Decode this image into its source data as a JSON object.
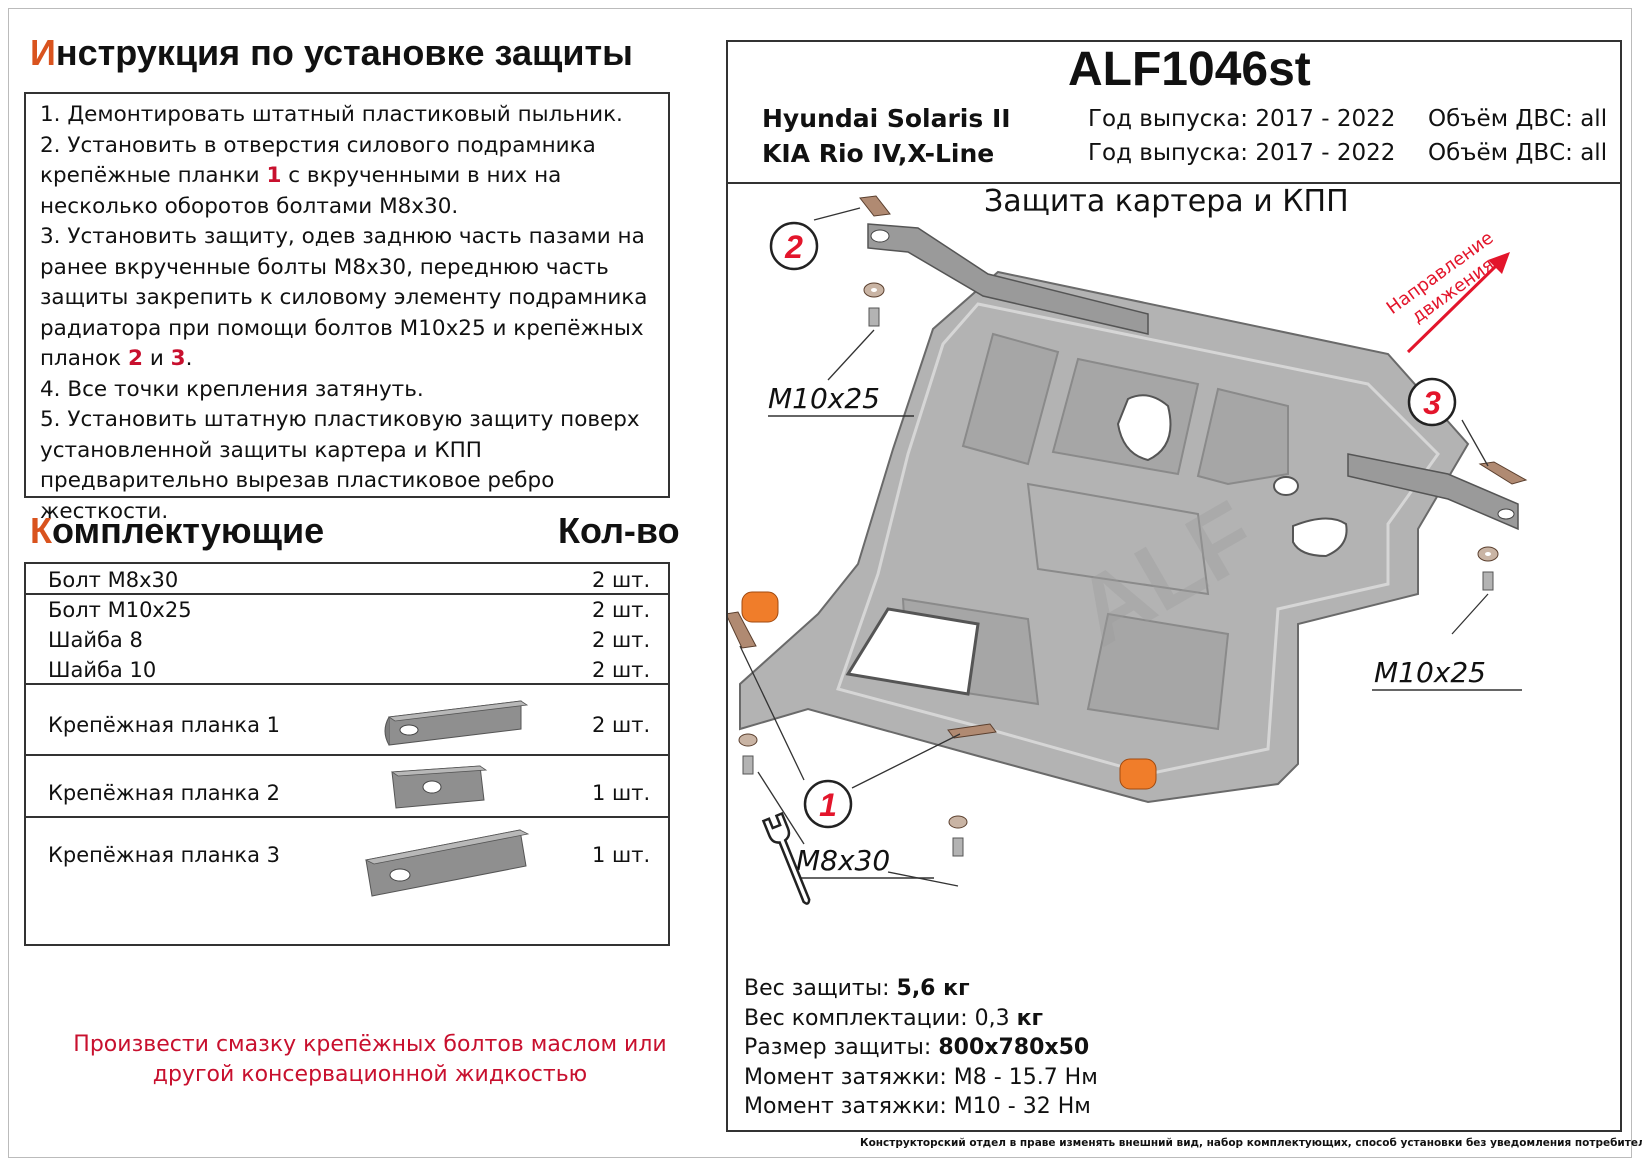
{
  "instructions": {
    "title_first": "И",
    "title_rest": "нструкция по установке защиты",
    "steps": {
      "s1": "1.  Демонтировать штатный пластиковый пыльник.",
      "s2a": "2.  Установить в отверстия силового подрамника крепёжные планки",
      "s2ref": "1",
      "s2b": "с вкрученными в них на несколько оборотов болтами М8х30.",
      "s3a": "3.  Установить защиту, одев заднюю часть пазами на ранее вкрученные болты М8х30, переднюю часть защиты закрепить к силовому элементу подрамника радиатора при помощи болтов М10х25 и крепёжных планок",
      "s3ref1": "2",
      "s3and": "и",
      "s3ref2": "3",
      "s3end": ".",
      "s4": "4.  Все точки крепления затянуть.",
      "s5": "5.  Установить штатную пластиковую защиту поверх установленной защиты картера и КПП предварительно вырезав пластиковое ребро жесткости."
    }
  },
  "components": {
    "title_first": "К",
    "title_rest": "омплектующие",
    "qty_header": "Кол-во",
    "rows": [
      {
        "name": "Болт М8х30",
        "qty": "2 шт."
      },
      {
        "name": "Болт М10х25",
        "qty": "2 шт."
      },
      {
        "name": "Шайба 8",
        "qty": "2 шт."
      },
      {
        "name": "Шайба 10",
        "qty": "2 шт."
      },
      {
        "name": "Крепёжная планка 1",
        "qty": "2 шт."
      },
      {
        "name": "Крепёжная планка 2",
        "qty": "1 шт."
      },
      {
        "name": "Крепёжная планка 3",
        "qty": "1 шт."
      }
    ]
  },
  "note": "Произвести смазку крепёжных болтов маслом или другой консервационной жидкостью",
  "product": {
    "code": "ALF1046st",
    "car1": "Hyundai Solaris II",
    "car2": "KIA Rio IV,X-Line",
    "year1": "Год выпуска: 2017 - 2022",
    "year2": "Год выпуска: 2017 - 2022",
    "engine1": "Объём ДВС: all",
    "engine2": "Объём ДВС: all",
    "subtitle": "Защита картера и КПП"
  },
  "drawing": {
    "bolt_m10_left": "M10x25",
    "bolt_m10_right": "M10x25",
    "bolt_m8": "M8x30",
    "callout_1": "1",
    "callout_2": "2",
    "callout_3": "3",
    "direction_line1": "Направление",
    "direction_line2": "движения",
    "watermark": "ALF"
  },
  "specs": {
    "weight_label": "Вес защиты:",
    "weight_value": "5,6 кг",
    "kit_label": "Вес комплектации:",
    "kit_value_num": "0,3",
    "kit_value_unit": "кг",
    "size_label": "Размер защиты:",
    "size_value": "800x780x50",
    "torque1": "Момент затяжки:  М8 - 15.7 Нм",
    "torque2": "Момент затяжки:  М10 - 32 Нм"
  },
  "disclaimer": "Конструкторский отдел в праве изменять внешний вид, набор комплектующих, способ установки без уведомления потребителя.",
  "colors": {
    "accent_orange": "#d9531e",
    "accent_red": "#c8102e",
    "plate_gray": "#a3a3a3",
    "bracket_tan": "#b08a72",
    "rubber_orange": "#f07d2a"
  }
}
